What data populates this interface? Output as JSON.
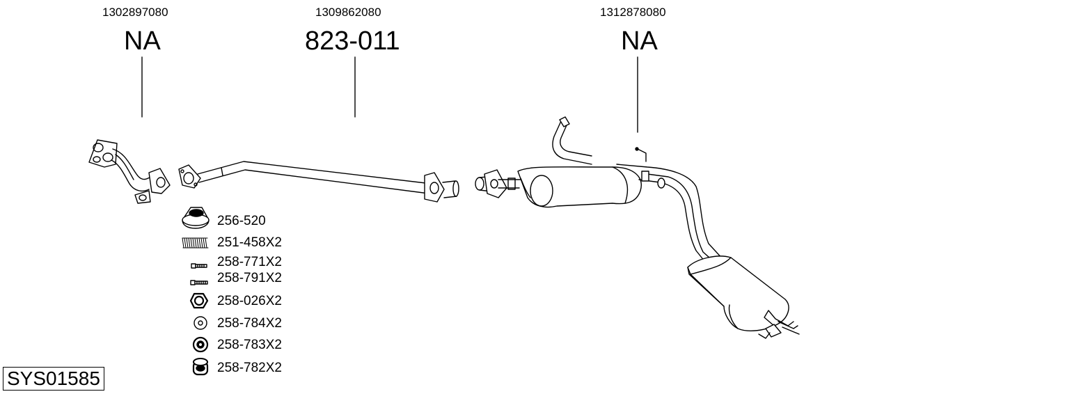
{
  "parts": [
    {
      "oe_number": "1302897080",
      "ref_number": "NA"
    },
    {
      "oe_number": "1309862080",
      "ref_number": "823-011"
    },
    {
      "oe_number": "1312878080",
      "ref_number": "NA"
    }
  ],
  "accessories": [
    {
      "code": "256-520",
      "icon": "exhaust-gasket-ring-icon"
    },
    {
      "code": "251-458X2",
      "icon": "spring-icon"
    },
    {
      "code": "258-771X2",
      "icon": "bolt-icon"
    },
    {
      "code": "258-791X2",
      "icon": "bolt-icon"
    },
    {
      "code": "258-026X2",
      "icon": "hex-nut-icon"
    },
    {
      "code": "258-784X2",
      "icon": "washer-icon"
    },
    {
      "code": "258-783X2",
      "icon": "rubber-mount-icon"
    },
    {
      "code": "258-782X2",
      "icon": "rubber-mount-icon"
    }
  ],
  "system_code": "SYS01585"
}
